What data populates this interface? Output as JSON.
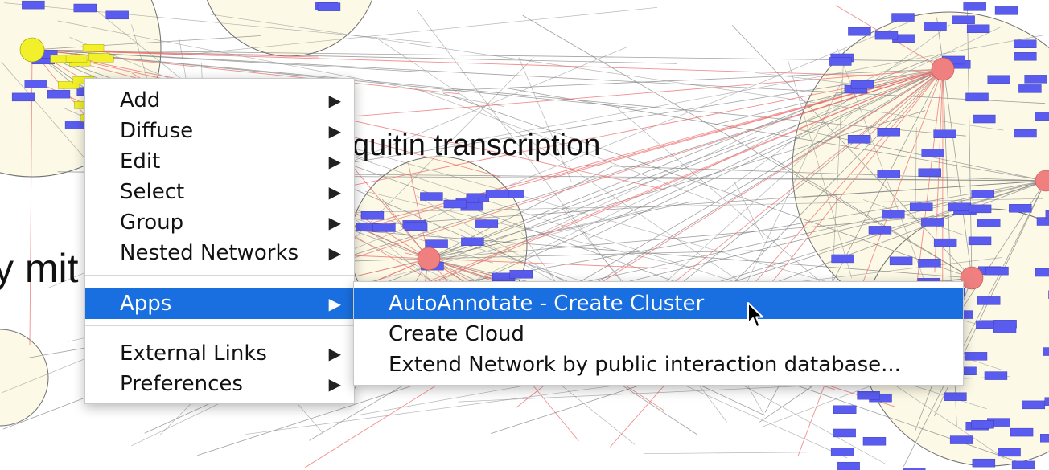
{
  "background": {
    "label_ubiquitin": "quitin transcription",
    "label_mit": "y mit",
    "colors": {
      "cluster_fill": "#fcf9e6",
      "edge_gray": "#7a7a7a",
      "edge_red": "#ec6b6b",
      "node_blue": "#5a5cf0",
      "node_yellow": "#f2f02a",
      "node_red": "#f08080"
    }
  },
  "context_menu": {
    "items": [
      {
        "label": "Add",
        "has_submenu": true
      },
      {
        "label": "Diffuse",
        "has_submenu": true
      },
      {
        "label": "Edit",
        "has_submenu": true
      },
      {
        "label": "Select",
        "has_submenu": true
      },
      {
        "label": "Group",
        "has_submenu": true
      },
      {
        "label": "Nested Networks",
        "has_submenu": true
      },
      {
        "label": "Apps",
        "has_submenu": true,
        "active": true
      },
      {
        "label": "External Links",
        "has_submenu": true
      },
      {
        "label": "Preferences",
        "has_submenu": true
      }
    ],
    "arrow_glyph": "▶"
  },
  "apps_submenu": {
    "items": [
      {
        "label": "AutoAnnotate - Create Cluster",
        "active": true
      },
      {
        "label": "Create Cloud"
      },
      {
        "label": "Extend Network by public interaction database..."
      }
    ]
  },
  "accent_color": "#1a6fe0"
}
